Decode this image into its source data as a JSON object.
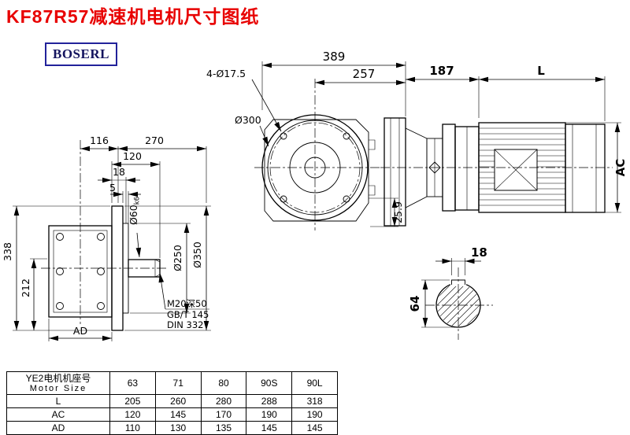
{
  "page": {
    "title": "KF87R57减速机电机尺寸图纸",
    "brand": "BOSERL"
  },
  "dims": {
    "overall_389": "389",
    "front_257": "257",
    "holes": "4-Ø17.5",
    "flange_300": "Ø300",
    "len_187": "187",
    "motor_L": "L",
    "motor_AC": "AC",
    "depth_259": "25.9",
    "chain_116": "116",
    "chain_270": "270",
    "shaft_len_120": "120",
    "flange_t_18": "18",
    "gap_5": "5",
    "shaft_dia": "Ø60",
    "shaft_fit": "k6",
    "height_338": "338",
    "height_212": "212",
    "spigot_250": "Ø250",
    "flange_350": "Ø350",
    "foot_AD": "AD",
    "key_w_18": "18",
    "key_h_64": "64",
    "note_m20": "M20深50",
    "note_gbt": "GB/T 145",
    "note_din": "DIN 332"
  },
  "table": {
    "header_cn": "YE2电机机座号",
    "header_en": "Motor Size",
    "sizes": [
      "63",
      "71",
      "80",
      "90S",
      "90L"
    ],
    "rows": [
      {
        "label": "L",
        "values": [
          "205",
          "260",
          "280",
          "288",
          "318"
        ]
      },
      {
        "label": "AC",
        "values": [
          "120",
          "145",
          "170",
          "190",
          "190"
        ]
      },
      {
        "label": "AD",
        "values": [
          "110",
          "130",
          "135",
          "145",
          "145"
        ]
      }
    ]
  }
}
